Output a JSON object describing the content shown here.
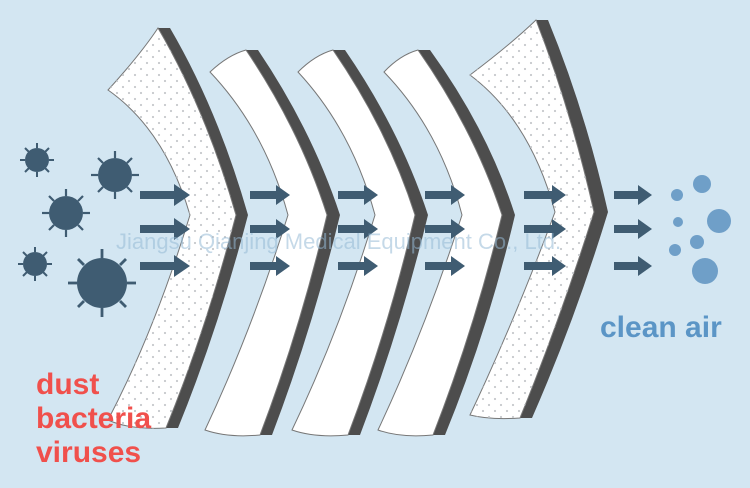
{
  "labels": {
    "contaminants": [
      "dust",
      "bacteria",
      "viruses"
    ],
    "output": "clean air",
    "watermark": "Jiangsu Qianjing Medical Equipment Co., Ltd."
  },
  "colors": {
    "background": "#d3e6f2",
    "contaminant_text": "#f0504c",
    "clean_air_text": "#5b95c6",
    "virus": "#3f5c72",
    "arrow": "#3f5c72",
    "clean_particle": "#6f9fc8"
  },
  "icons": [
    "virus-icon",
    "arrow-right-icon",
    "clean-air-particle-icon"
  ]
}
